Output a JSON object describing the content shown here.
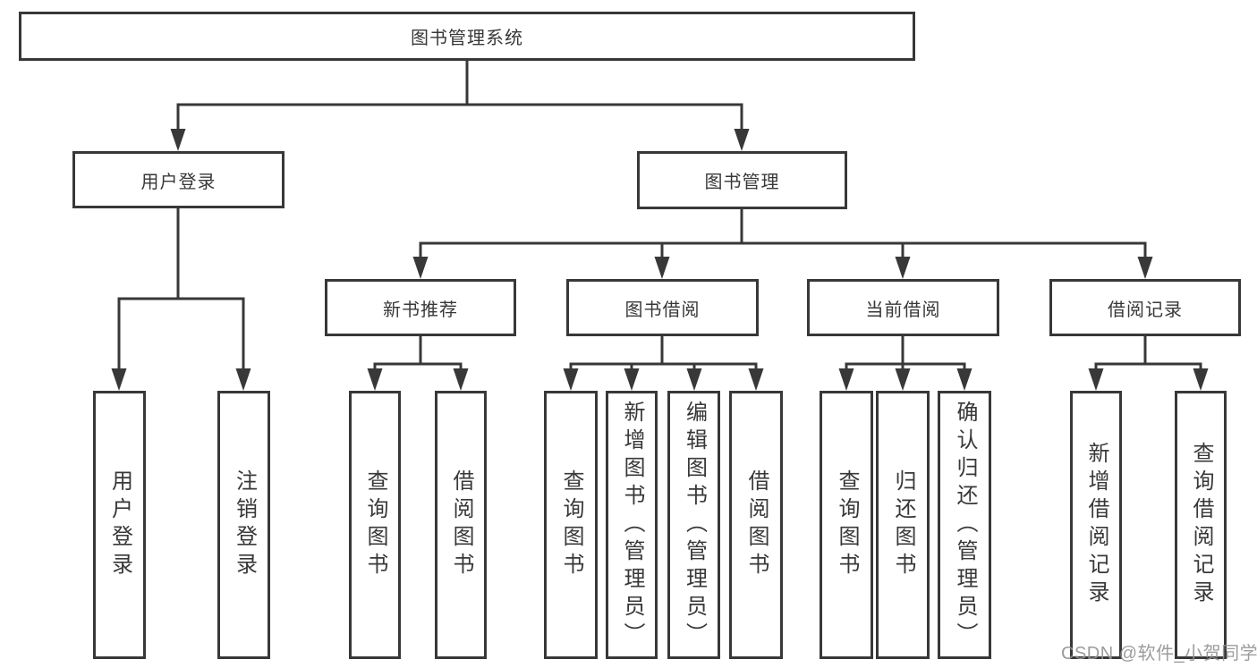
{
  "diagram": {
    "root": {
      "label": "图书管理系统"
    },
    "user_branch": {
      "label": "用户登录",
      "children": [
        {
          "label": "用户登录"
        },
        {
          "label": "注销登录"
        }
      ]
    },
    "book_branch": {
      "label": "图书管理",
      "groups": [
        {
          "label": "新书推荐",
          "children": [
            {
              "label": "查询图书"
            },
            {
              "label": "借阅图书"
            }
          ]
        },
        {
          "label": "图书借阅",
          "children": [
            {
              "label": "查询图书"
            },
            {
              "label": "新增图书（管理员）"
            },
            {
              "label": "编辑图书（管理员）"
            },
            {
              "label": "借阅图书"
            }
          ]
        },
        {
          "label": "当前借阅",
          "children": [
            {
              "label": "查询图书"
            },
            {
              "label": "归还图书"
            },
            {
              "label": "确认归还（管理员）"
            }
          ]
        },
        {
          "label": "借阅记录",
          "children": [
            {
              "label": "新增借阅记录"
            },
            {
              "label": "查询借阅记录"
            }
          ]
        }
      ]
    },
    "watermark": {
      "text": "CSDN @软件_小贺同学"
    },
    "colors": {
      "line": "#383838",
      "text": "#383838",
      "background": "#ffffff",
      "watermark": "#949494"
    }
  }
}
